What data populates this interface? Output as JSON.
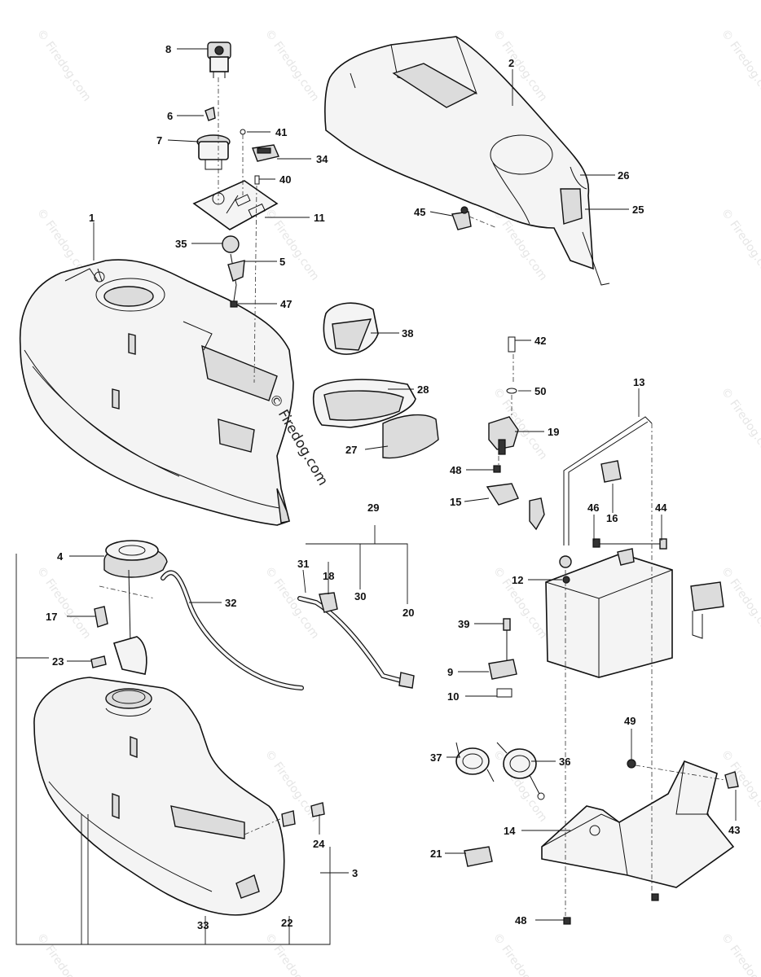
{
  "labels": {
    "l1": "1",
    "l2": "2",
    "l3": "3",
    "l4": "4",
    "l5": "5",
    "l6": "6",
    "l7": "7",
    "l8": "8",
    "l9": "9",
    "l10": "10",
    "l11": "11",
    "l12": "12",
    "l13": "13",
    "l14": "14",
    "l15": "15",
    "l16": "16",
    "l17": "17",
    "l18": "18",
    "l19": "19",
    "l20": "20",
    "l21": "21",
    "l22": "22",
    "l23": "23",
    "l24": "24",
    "l25": "25",
    "l26": "26",
    "l27": "27",
    "l28": "28",
    "l29": "29",
    "l30": "30",
    "l31": "31",
    "l32": "32",
    "l33": "33",
    "l34": "34",
    "l35": "35",
    "l36": "36",
    "l37": "37",
    "l38": "38",
    "l39": "39",
    "l40": "40",
    "l41": "41",
    "l42": "42",
    "l43": "43",
    "l44": "44",
    "l45": "45",
    "l46": "46",
    "l47": "47",
    "l48a": "48",
    "l48b": "48",
    "l49": "49",
    "l50": "50"
  },
  "watermark": {
    "text": "© Firedog.com",
    "center_text": "© Firedog.com"
  },
  "colors": {
    "line": "#111111",
    "fill": "#f4f4f4",
    "watermark": "#e6e6e6"
  }
}
